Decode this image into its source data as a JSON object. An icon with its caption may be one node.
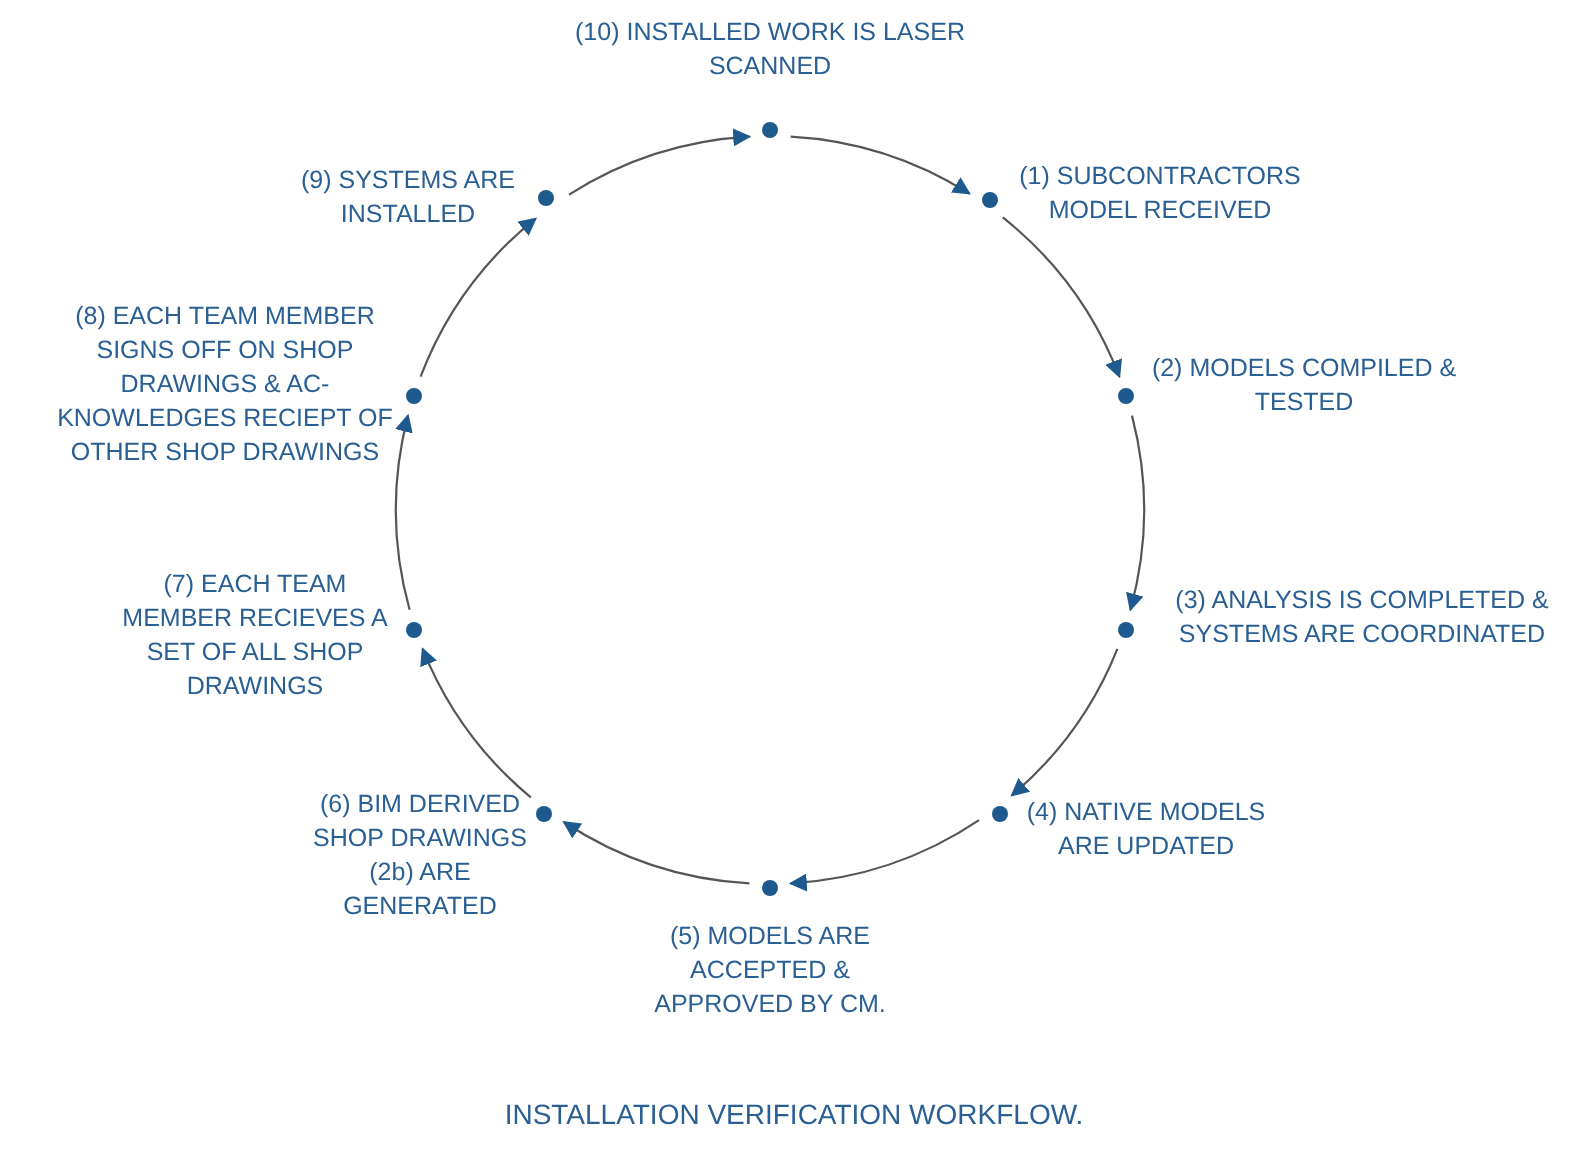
{
  "diagram": {
    "caption": "INSTALLATION VERIFICATION WORKFLOW.",
    "nodes": [
      {
        "text": [],
        "shape": "circle",
        "beside": [
          "(1) SUBCONTRACTORS MODEL RECEIVED"
        ]
      },
      {
        "text": [],
        "shape": "circle",
        "beside": [
          "(2) MODELS COMPILED & TESTED"
        ]
      },
      {
        "text": [],
        "shape": "circle",
        "beside": [
          "(3) ANALYSIS IS COMPLETED & SYSTEMS ARE COORDINATED"
        ]
      },
      {
        "text": [],
        "shape": "circle",
        "beside": [
          "(4) NATIVE MODELS ARE UPDATED"
        ]
      },
      {
        "text": [],
        "shape": "circle",
        "beside": [
          "(5) MODELS ARE ACCEPTED & APPROVED BY CM."
        ]
      },
      {
        "text": [],
        "shape": "circle",
        "beside": [
          "(6) BIM DERIVED SHOP DRAWINGS (2b) ARE GENERATED"
        ]
      },
      {
        "text": [],
        "shape": "circle",
        "beside": [
          "(7) EACH TEAM MEMBER RECIEVES A SET OF ALL SHOP DRAWINGS"
        ]
      },
      {
        "text": [],
        "shape": "circle",
        "beside": [
          "(8) EACH TEAM MEMBER SIGNS OFF ON SHOP DRAWINGS & AC- KNOWLEDGES RECIEPT OF OTHER SHOP DRAWINGS"
        ]
      },
      {
        "text": [],
        "shape": "circle",
        "beside": [
          "(9) SYSTEMS ARE INSTALLED"
        ]
      },
      {
        "text": [],
        "shape": "circle",
        "beside": [
          "(10) INSTALLED WORK IS LASER SCANNED"
        ]
      }
    ],
    "edges": [
      {
        "from": 0,
        "to": 1,
        "arrow": "to"
      },
      {
        "from": 1,
        "to": 2,
        "arrow": "to"
      },
      {
        "from": 2,
        "to": 3,
        "arrow": "to"
      },
      {
        "from": 3,
        "to": 4,
        "arrow": "to"
      },
      {
        "from": 4,
        "to": 5,
        "arrow": "to"
      },
      {
        "from": 5,
        "to": 6,
        "arrow": "to"
      },
      {
        "from": 6,
        "to": 7,
        "arrow": "to"
      },
      {
        "from": 7,
        "to": 8,
        "arrow": "to"
      },
      {
        "from": 8,
        "to": 9,
        "arrow": "to"
      },
      {
        "from": 9,
        "to": 0,
        "arrow": "to"
      }
    ]
  }
}
